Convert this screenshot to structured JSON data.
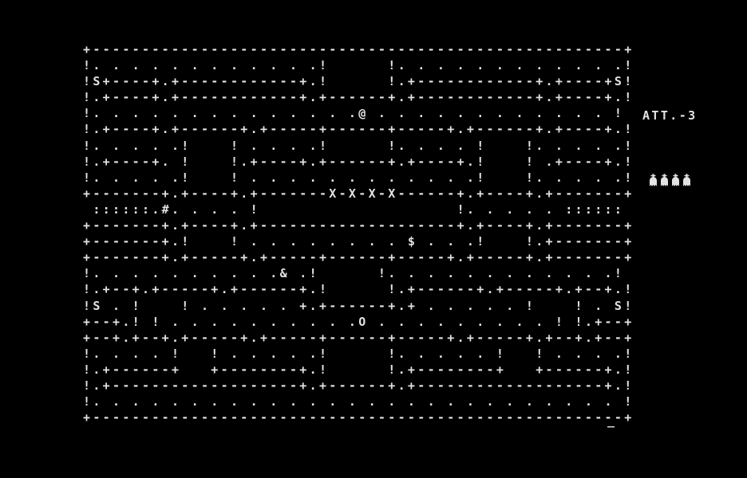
{
  "colors": {
    "background": "#000000",
    "foreground": "#e3e3e3"
  },
  "hud": {
    "attempts_text": "ATT.-3",
    "lives_count": 4
  },
  "board": {
    "rows": [
      "+------------------------------------------------------+",
      "!. . . . . . . . . . . .!      !. . . . . . . . . . . .!",
      "!S+----+.+------------+.!      !.+------------+.+----+S!",
      "!.+----+.+------------+.+------+.+------------+.+----+.!",
      "!. . . . . . . . . . . . . .@ . . . . . . . . . . . . !",
      "!.+----+.+------+.+-----+------+-----+.+------+.+----+.!",
      "!. . . . .!    ! . . . .!      !. . . . !    !. . . . .!",
      "!.+----+. !    !.+----+.+------+.+----+.!    ! .+----+.!",
      "!. . . . .!    ! . . . . . . . . . . . .!    !. . . . .!",
      "+-------+.+----+.+-------X-X-X-X------+.+----+.+-------+",
      " ::::::.#. . . . !                    !. . . . . :::::: ",
      "+-------+.+----+.+--------------------+.+----+.+-------+",
      "+-------+.!    ! . . . . . . . . $ . . .!    !.+-------+",
      "+-------+.+-----+.+-----+------+-----+.+-----+.+-------+",
      "!. . . . . . . . . .& .!      !. . . . . . . . . . . .!",
      "!.+--+.+-----+.+------+.!      !.+------+.+-----+.+--+.!",
      "!S . !    ! . . . . . +.+------+.+ . . . . . !    ! . S!",
      "+--+.! ! . . . . . . . . . .O . . . . . . . . . ! !.+--+",
      "+--+.+--+.+-----+.+-----+------+-----+.+-----+.+--+.+--+",
      "!. . . . !   ! . . . . .!      !. . . . . !   ! . . . .!",
      "!.+------+   +--------+.!      !.+--------+   +------+.!",
      "!.+-------------------+.+------+.+-------------------+.!",
      "!. . . . . . . . . . . . . . . . . . . . . . . . . . . !",
      "+------------------------------------------------------+"
    ],
    "glyphs": {
      "player": "@",
      "enemy": "X",
      "spawn_corner": "S",
      "money_item": "$",
      "ampersand_item": "&",
      "hash_item": "#",
      "power_pill": "O",
      "pellet": ".",
      "tunnel_door": ":",
      "wall_chars": "+-!"
    }
  },
  "cursor": {
    "char": "_"
  }
}
